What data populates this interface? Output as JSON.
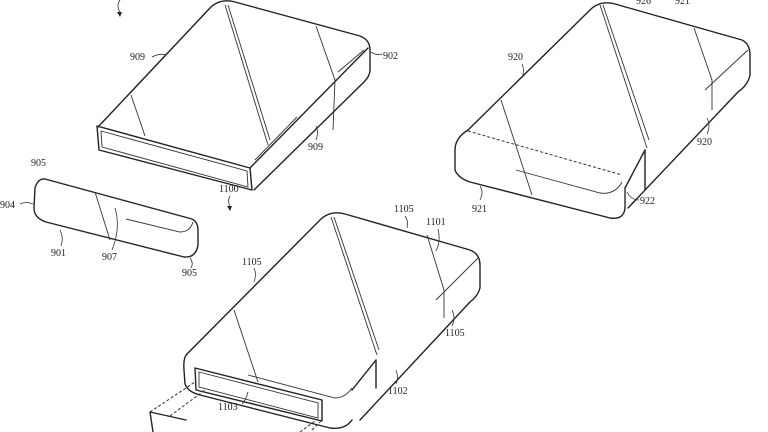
{
  "figure": {
    "device_a": {
      "labels": [
        "909",
        "902",
        "909",
        "1100"
      ]
    },
    "end_cap": {
      "labels": [
        "905",
        "904",
        "901",
        "907",
        "905"
      ]
    },
    "device_b": {
      "labels": [
        "926",
        "921",
        "920",
        "920",
        "921",
        "922"
      ]
    },
    "device_c": {
      "labels": [
        "1105",
        "1101",
        "1105",
        "1105",
        "1102",
        "1103"
      ]
    }
  }
}
